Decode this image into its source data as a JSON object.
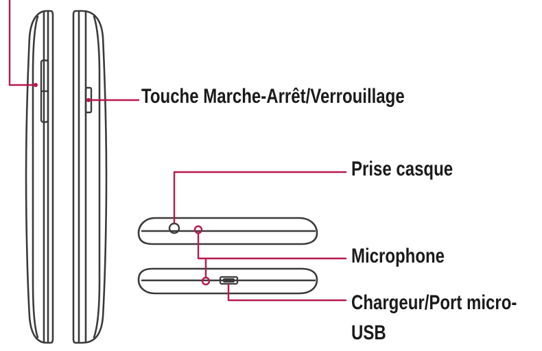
{
  "labels": {
    "power_key": "Touche Marche-Arrêt/Verrouillage",
    "headset_jack": "Prise casque",
    "microphone": "Microphone",
    "charger_line1": "Chargeur/Port micro-",
    "charger_line2": "USB"
  },
  "colors": {
    "callout": "#b8164f",
    "outline": "#3a3a3a",
    "text": "#1a1a1a"
  }
}
